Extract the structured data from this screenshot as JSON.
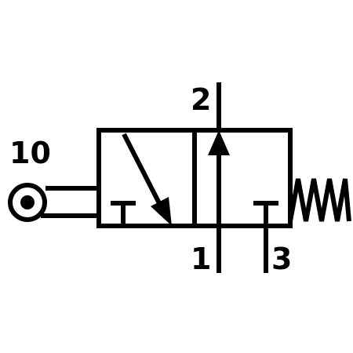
{
  "diagram": {
    "colors": {
      "stroke": "#000000",
      "background": "#ffffff"
    },
    "labels": {
      "port_2": "2",
      "port_1": "1",
      "port_3": "3",
      "port_10": "10"
    },
    "icons": {
      "actuator": "roller-lever-icon",
      "return": "spring-icon",
      "flow_left": "diagonal-arrow-icon",
      "flow_right": "up-arrow-icon",
      "blocked": "t-block-icon"
    }
  }
}
